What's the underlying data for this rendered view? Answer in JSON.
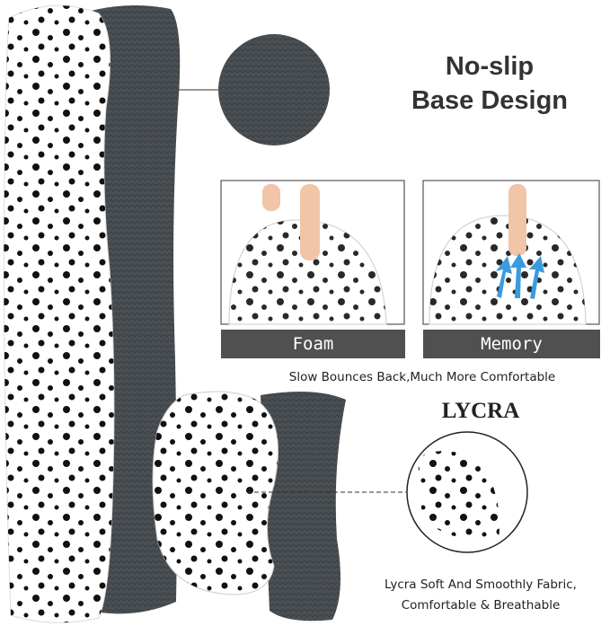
{
  "heading": {
    "line1": "No-slip",
    "line2": "Base Design"
  },
  "comparison": {
    "left_label": "Foam",
    "right_label": "Memory",
    "caption": "Slow Bounces Back,Much More Comfortable"
  },
  "fabric": {
    "title": "LYCRA",
    "line1": "Lycra Soft And Smoothly Fabric,",
    "line2": "Comfortable & Breathable"
  },
  "colors": {
    "base_gray": "#4a4f53",
    "label_bar": "#505050",
    "arrow_blue": "#3a9be0"
  }
}
